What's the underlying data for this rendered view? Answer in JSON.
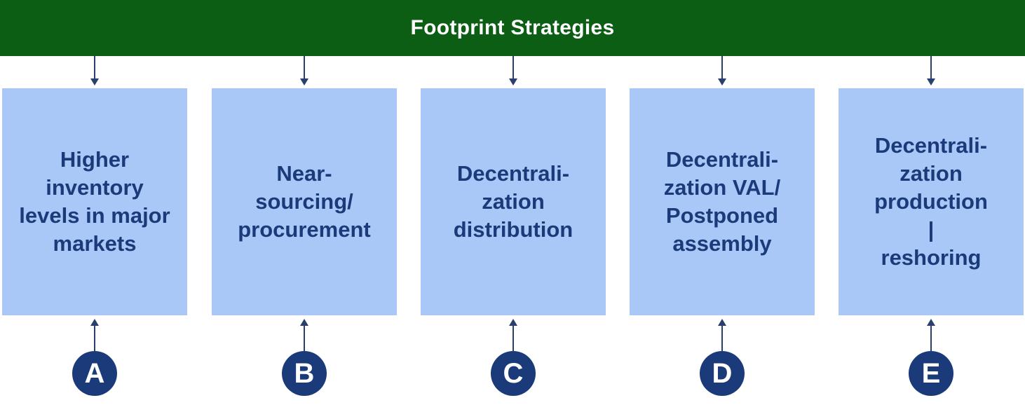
{
  "header": {
    "title": "Footprint Strategies"
  },
  "colors": {
    "header_background": "#0b5e14",
    "box_background": "#a9c8f7",
    "box_text": "#1a3a7a",
    "badge_background": "#1a3a7a"
  },
  "strategies": [
    {
      "label": "Higher\ninventory\nlevels in major\nmarkets",
      "letter": "A"
    },
    {
      "label": "Near-\nsourcing/\nprocurement",
      "letter": "B"
    },
    {
      "label": "Decentrali-\nzation\ndistribution",
      "letter": "C"
    },
    {
      "label": "Decentrali-\nzation VAL/\nPostponed\nassembly",
      "letter": "D"
    },
    {
      "label": "Decentrali-\nzation\nproduction\n|\nreshoring",
      "letter": "E"
    }
  ]
}
